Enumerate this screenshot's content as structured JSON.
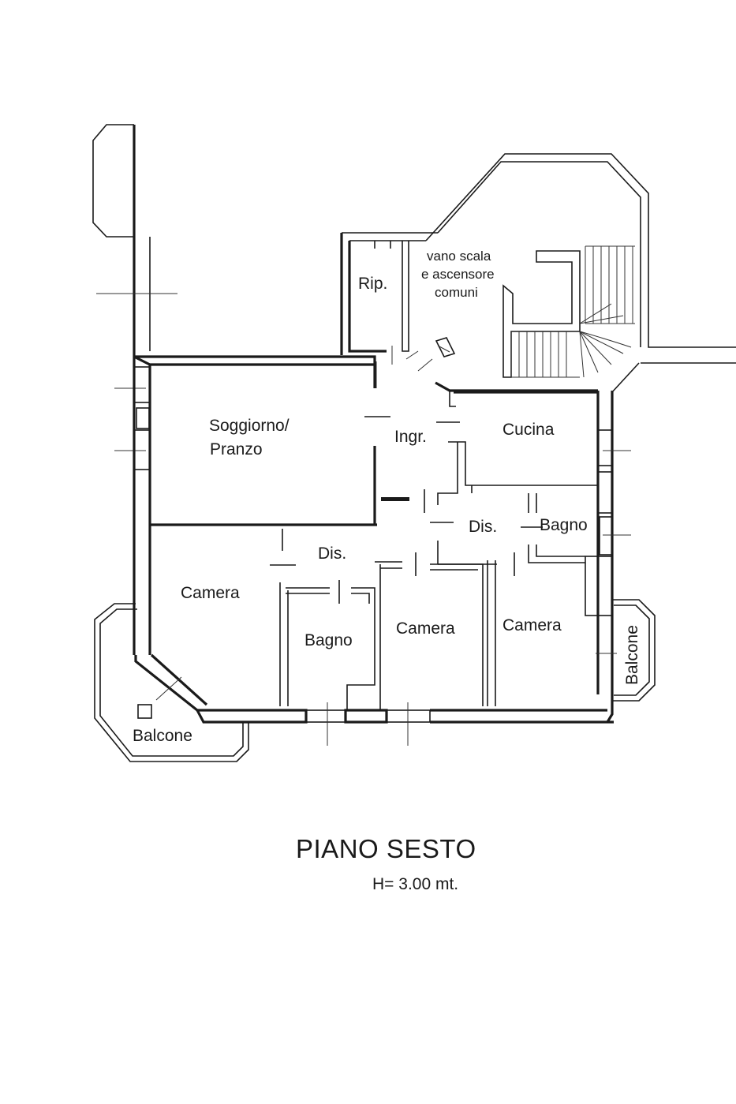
{
  "floor_plan": {
    "title": "PIANO SESTO",
    "height_note": "H= 3.00 mt.",
    "rooms": {
      "rip": "Rip.",
      "vano_line1": "vano scala",
      "vano_line2": "e ascensore",
      "vano_line3": "comuni",
      "soggiorno_line1": "Soggiorno/",
      "soggiorno_line2": "Pranzo",
      "ingresso": "Ingr.",
      "cucina": "Cucina",
      "dis_right": "Dis.",
      "bagno_right": "Bagno",
      "dis_left": "Dis.",
      "camera_left": "Camera",
      "bagno_center": "Bagno",
      "camera_center": "Camera",
      "camera_right": "Camera",
      "balcone_left": "Balcone",
      "balcone_right": "Balcone"
    }
  }
}
